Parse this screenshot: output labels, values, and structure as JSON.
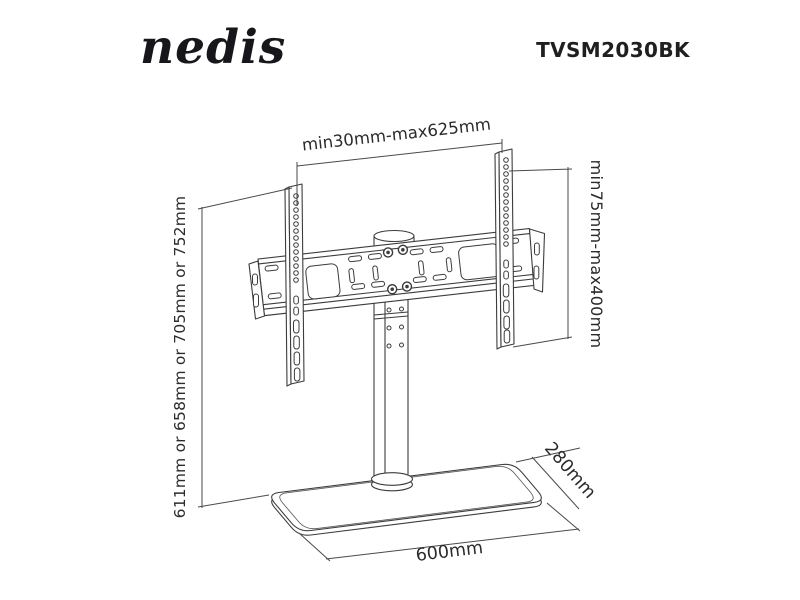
{
  "header": {
    "brand": "nedis",
    "model": "TVSM2030BK"
  },
  "dimensions": {
    "vesa_width": "min30mm-max625mm",
    "vesa_height": "min75mm-max400mm",
    "total_height": "611mm or 658mm or 705mm or 752mm",
    "base_depth": "280mm",
    "base_width": "600mm"
  },
  "colors": {
    "background": "#ffffff",
    "line": "#3c3c3c",
    "dimension_line": "#4a4a4a",
    "text": "#2b2b2b"
  }
}
